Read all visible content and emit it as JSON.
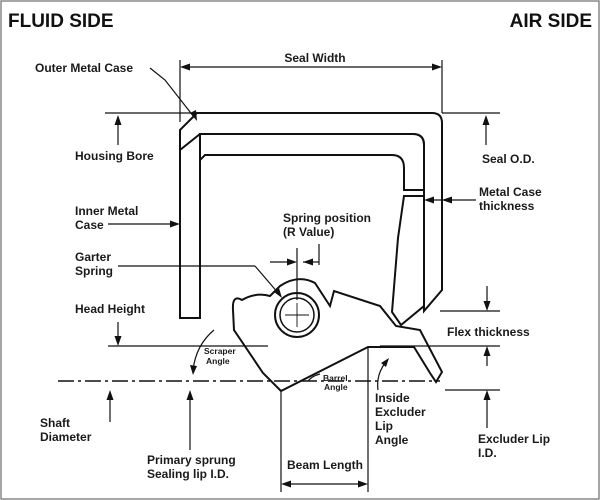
{
  "headers": {
    "fluid_side": "FLUID SIDE",
    "air_side": "AIR SIDE"
  },
  "labels": {
    "outer_metal_case": "Outer Metal Case",
    "seal_width": "Seal Width",
    "housing_bore": "Housing Bore",
    "seal_od": "Seal O.D.",
    "inner_metal_case_1": "Inner Metal",
    "inner_metal_case_2": "Case",
    "metal_case_thickness_1": "Metal Case",
    "metal_case_thickness_2": "thickness",
    "spring_position_1": "Spring position",
    "spring_position_2": "(R Value)",
    "garter_spring_1": "Garter",
    "garter_spring_2": "Spring",
    "head_height": "Head Height",
    "flex_thickness": "Flex thickness",
    "scraper_angle_1": "Scraper",
    "scraper_angle_2": "Angle",
    "barrel_angle_1": "Barrel",
    "barrel_angle_2": "Angle",
    "inside_excluder_1": "Inside",
    "inside_excluder_2": "Excluder",
    "inside_excluder_3": "Lip",
    "inside_excluder_4": "Angle",
    "shaft_diameter_1": "Shaft",
    "shaft_diameter_2": "Diameter",
    "excluder_lip_id_1": "Excluder Lip",
    "excluder_lip_id_2": "I.D.",
    "primary_lip_1": "Primary sprung",
    "primary_lip_2": "Sealing lip I.D.",
    "beam_length": "Beam Length"
  }
}
